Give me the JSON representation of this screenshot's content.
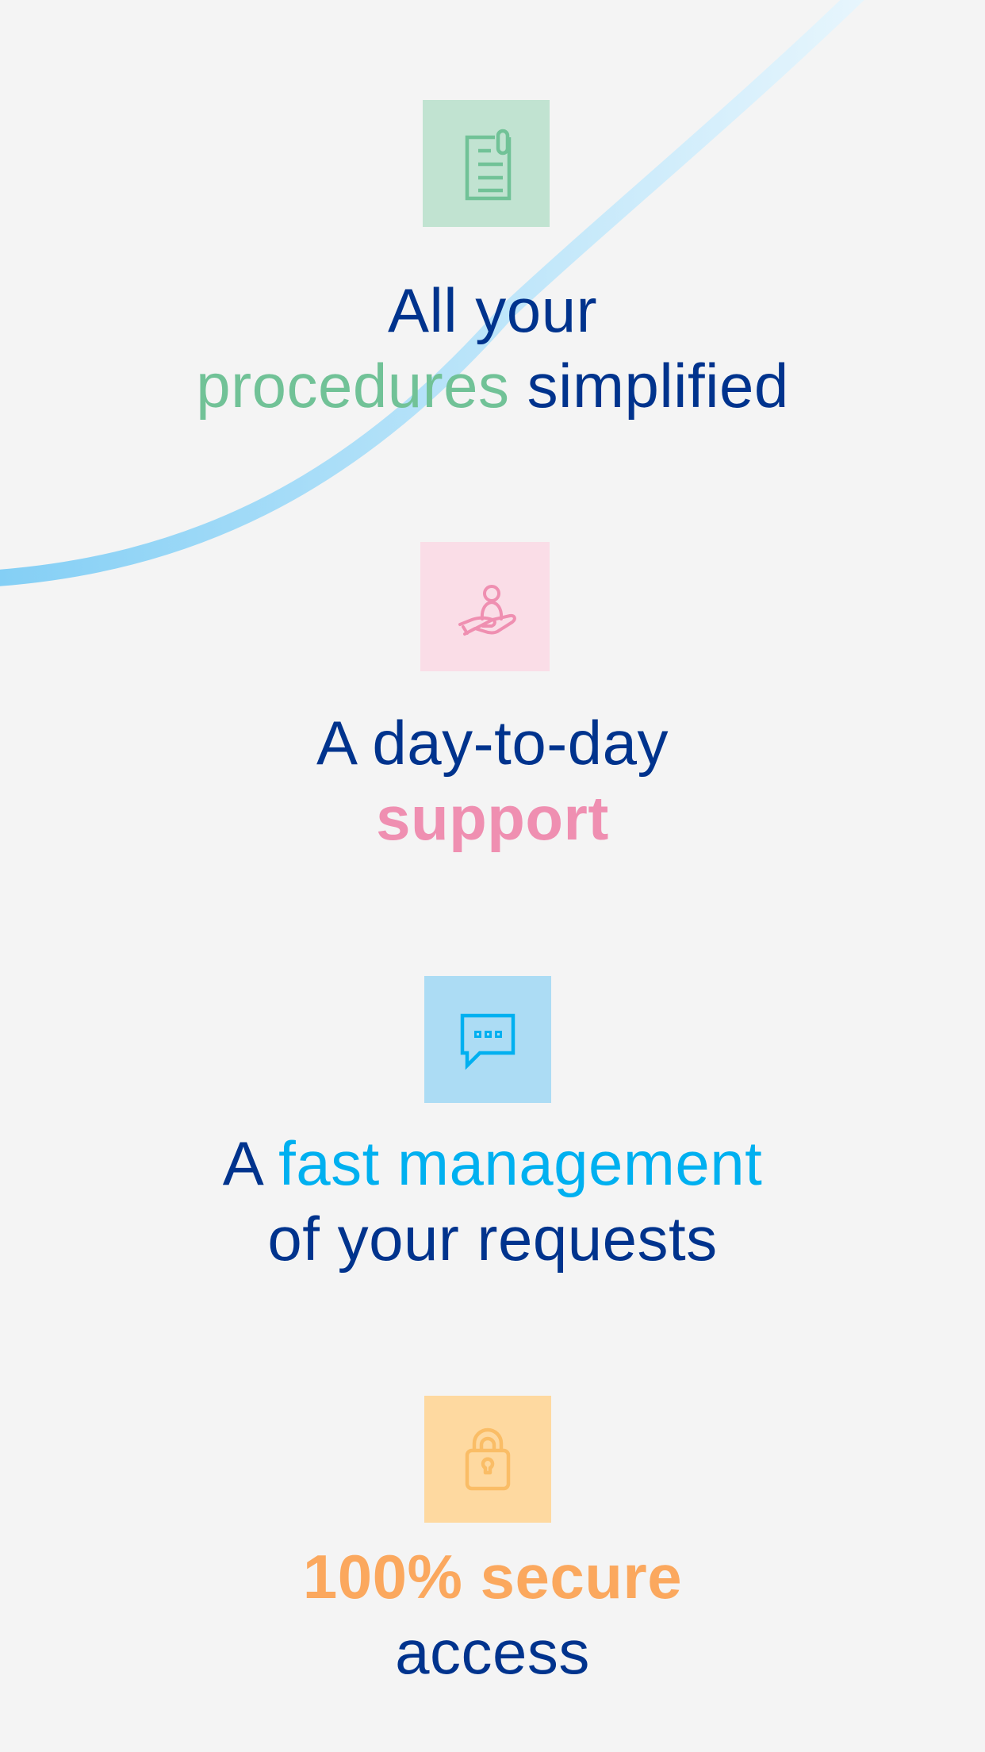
{
  "theme": {
    "background": "#f4f4f4",
    "primary_text": "#00338d",
    "curve_start": "#84cff5",
    "curve_end": "#e8f6fd"
  },
  "features": [
    {
      "id": "procedures",
      "icon": "document-paperclip-icon",
      "icon_bg": "#c1e3d1",
      "icon_color": "#71c297",
      "line1": {
        "plain_before": "All your"
      },
      "line2": {
        "accent": "procedures",
        "plain_after": " simplified"
      },
      "accent_color": "#71c297"
    },
    {
      "id": "support",
      "icon": "hand-holding-person-icon",
      "icon_bg": "#fadde7",
      "icon_color": "#ef8fb1",
      "line1": {
        "plain_before": "A day-to-day"
      },
      "line2": {
        "accent": "support"
      },
      "accent_color": "#ef8fb1"
    },
    {
      "id": "fast-management",
      "icon": "chat-bubble-icon",
      "icon_bg": "#acdcf4",
      "icon_color": "#00b0f0",
      "line1": {
        "plain_before": "A ",
        "accent": "fast management"
      },
      "line2": {
        "plain_after": "of your requests"
      },
      "accent_color": "#00b0f0"
    },
    {
      "id": "secure-access",
      "icon": "padlock-icon",
      "icon_bg": "#fed9a0",
      "icon_color": "#fabd66",
      "line1": {
        "accent": "100% secure"
      },
      "line2": {
        "plain_after": "access"
      },
      "accent_color": "#fba85e"
    }
  ]
}
